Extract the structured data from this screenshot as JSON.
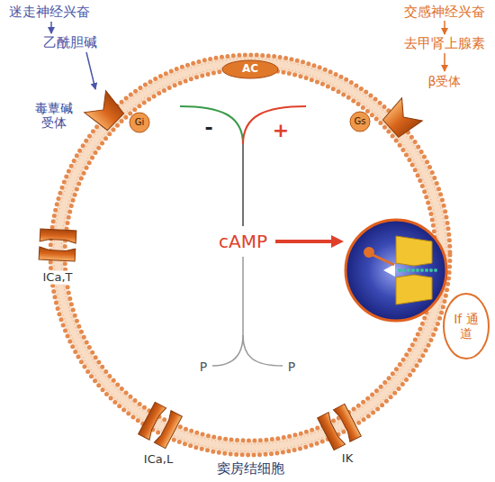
{
  "diagram": {
    "nodes": [
      {
        "text": [
          "窦房结细胞"
        ]
      },
      {
        "text": [
          "AC"
        ],
        "in": 0
      },
      {
        "text": [
          "毒蕈碱 受体"
        ],
        "in": 0
      },
      {
        "text": [
          "Gi"
        ],
        "in": 0
      },
      {
        "text": [
          "Gs"
        ],
        "in": 0
      },
      {
        "text": [
          "β受体"
        ],
        "in": 0
      },
      {
        "text": [
          "ICa,T"
        ],
        "in": 0
      },
      {
        "text": [
          "If 通道"
        ],
        "in": 0
      },
      {
        "text": [
          "ICa,L"
        ],
        "in": 0
      },
      {
        "text": [
          "IK"
        ],
        "in": 0
      }
    ],
    "labels": [
      "迷走神经兴奋",
      "乙酰胆碱",
      "交感神经兴奋",
      "去甲肾上腺素",
      "-",
      "+",
      "cAMP",
      "P",
      "P"
    ]
  }
}
